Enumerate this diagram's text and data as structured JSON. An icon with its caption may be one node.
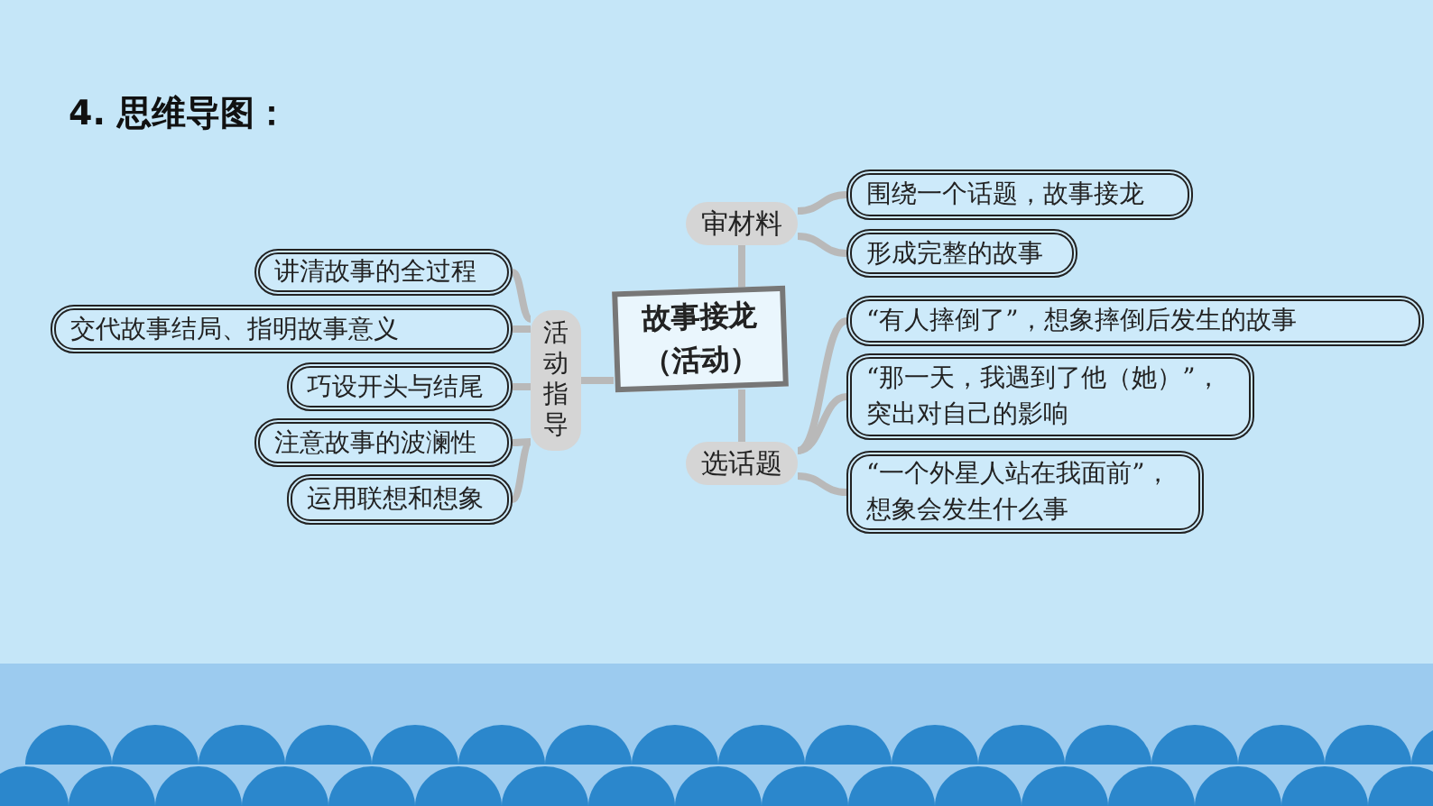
{
  "diagram": {
    "title": "4. 思维导图：",
    "nodes": [
      {
        "text": [
          "故事接龙（活动）"
        ]
      },
      {
        "text": [
          "活动指导"
        ]
      },
      {
        "text": [
          "讲清故事的全过程"
        ]
      },
      {
        "text": [
          "交代故事结局、指明故事意义"
        ]
      },
      {
        "text": [
          "巧设开头与结尾"
        ]
      },
      {
        "text": [
          "注意故事的波澜性"
        ]
      },
      {
        "text": [
          "运用联想和想象"
        ]
      },
      {
        "text": [
          "审材料"
        ]
      },
      {
        "text": [
          "围绕一个话题，故事接龙"
        ]
      },
      {
        "text": [
          "形成完整的故事"
        ]
      },
      {
        "text": [
          "选话题"
        ]
      },
      {
        "text": [
          "“有人摔倒了”，想象摔倒后发生的故事"
        ]
      },
      {
        "text": [
          "“那一天，我遇到了他（她）”，突出对自己的影响"
        ]
      },
      {
        "text": [
          "“一个外星人站在我面前”，想象会发生什么事"
        ]
      }
    ],
    "edges": [
      {
        "from": 0,
        "to": 1,
        "arrow": "none"
      },
      {
        "from": 1,
        "to": 2,
        "arrow": "none"
      },
      {
        "from": 1,
        "to": 3,
        "arrow": "none"
      },
      {
        "from": 1,
        "to": 4,
        "arrow": "none"
      },
      {
        "from": 1,
        "to": 5,
        "arrow": "none"
      },
      {
        "from": 1,
        "to": 6,
        "arrow": "none"
      },
      {
        "from": 0,
        "to": 7,
        "arrow": "none"
      },
      {
        "from": 7,
        "to": 8,
        "arrow": "none"
      },
      {
        "from": 7,
        "to": 9,
        "arrow": "none"
      },
      {
        "from": 0,
        "to": 10,
        "arrow": "none"
      },
      {
        "from": 10,
        "to": 11,
        "arrow": "none"
      },
      {
        "from": 10,
        "to": 12,
        "arrow": "none"
      },
      {
        "from": 10,
        "to": 13,
        "arrow": "none"
      }
    ]
  }
}
